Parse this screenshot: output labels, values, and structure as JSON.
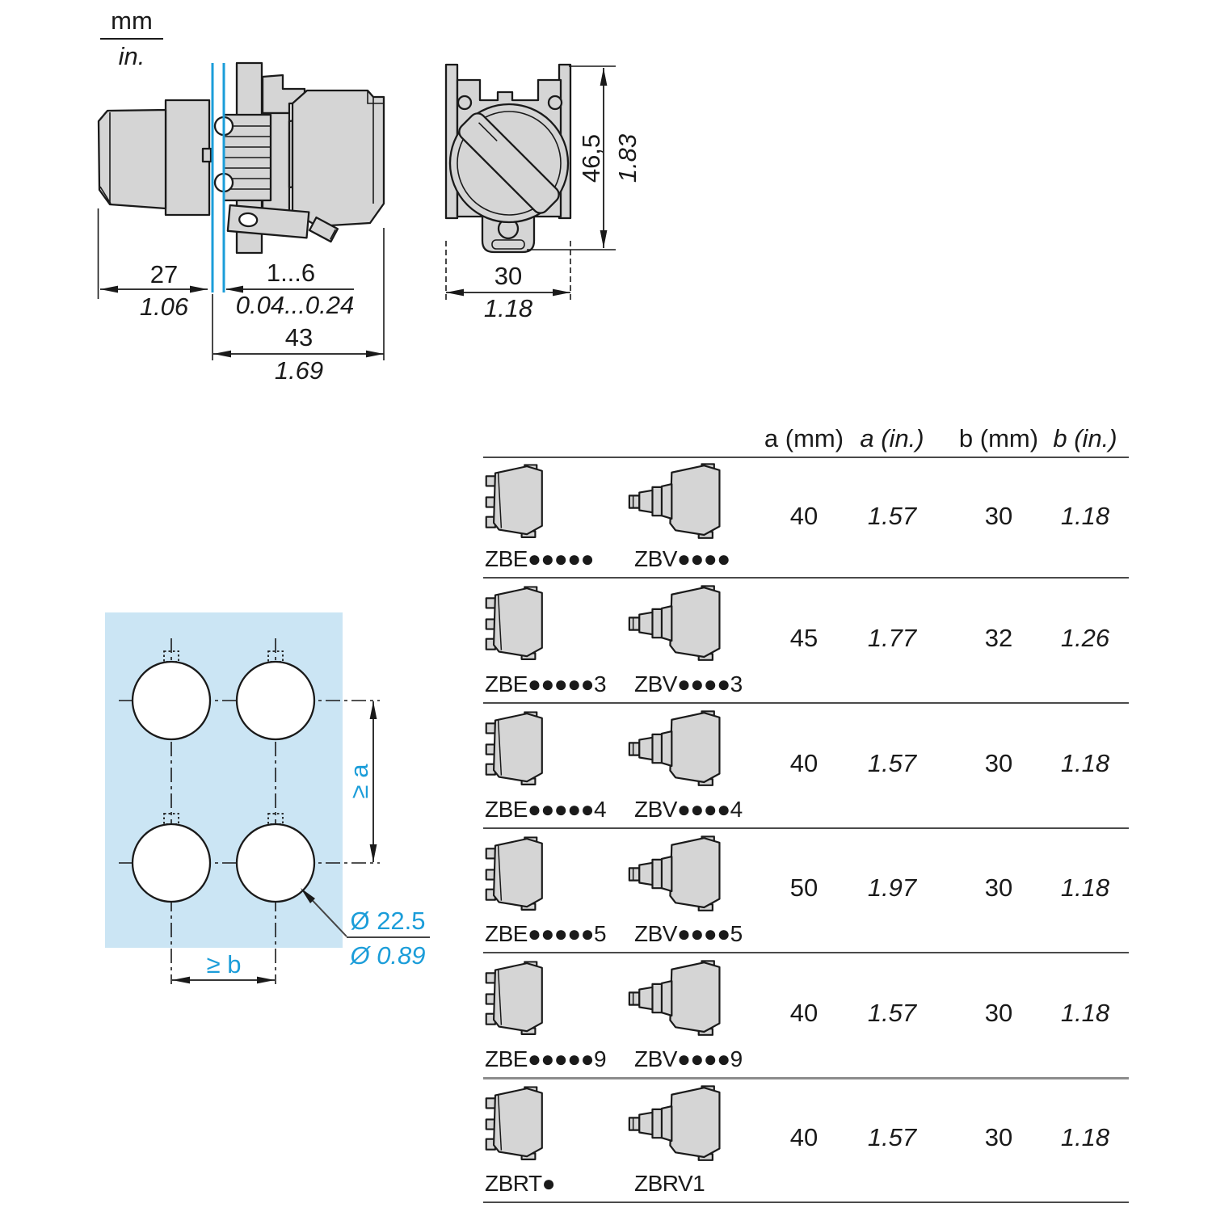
{
  "legend": {
    "mm": "mm",
    "in": "in."
  },
  "side_view": {
    "width_mm": "27",
    "width_in": "1.06",
    "panel_mm": "1...6",
    "panel_in": "0.04...0.24",
    "depth_mm": "43",
    "depth_in": "1.69"
  },
  "front_view": {
    "height_mm": "46,5",
    "height_in": "1.83",
    "width_mm": "30",
    "width_in": "1.18"
  },
  "cutout": {
    "pitch_vertical": "≥ a",
    "pitch_horizontal": "≥ b",
    "diameter_mm": "Ø 22.5",
    "diameter_in": "Ø 0.89"
  },
  "table": {
    "headers": [
      "a (mm)",
      "a (in.)",
      "b (mm)",
      "b (in.)"
    ],
    "rows": [
      {
        "zbe_label": "ZBE●●●●●",
        "zbv_label": "ZBV●●●●",
        "a_mm": "40",
        "a_in": "1.57",
        "b_mm": "30",
        "b_in": "1.18"
      },
      {
        "zbe_label": "ZBE●●●●●3",
        "zbv_label": "ZBV●●●●3",
        "a_mm": "45",
        "a_in": "1.77",
        "b_mm": "32",
        "b_in": "1.26"
      },
      {
        "zbe_label": "ZBE●●●●●4",
        "zbv_label": "ZBV●●●●4",
        "a_mm": "40",
        "a_in": "1.57",
        "b_mm": "30",
        "b_in": "1.18"
      },
      {
        "zbe_label": "ZBE●●●●●5",
        "zbv_label": "ZBV●●●●5",
        "a_mm": "50",
        "a_in": "1.97",
        "b_mm": "30",
        "b_in": "1.18"
      },
      {
        "zbe_label": "ZBE●●●●●9",
        "zbv_label": "ZBV●●●●9",
        "a_mm": "40",
        "a_in": "1.57",
        "b_mm": "30",
        "b_in": "1.18"
      },
      {
        "zbe_label": "ZBRT●",
        "zbv_label": "ZBRV1",
        "a_mm": "40",
        "a_in": "1.57",
        "b_mm": "30",
        "b_in": "1.18"
      }
    ]
  },
  "colors": {
    "accent_cyan": "#1B9DD9",
    "panel_blue": "#CBE5F4",
    "drawing_grey": "#D5D5D5"
  }
}
